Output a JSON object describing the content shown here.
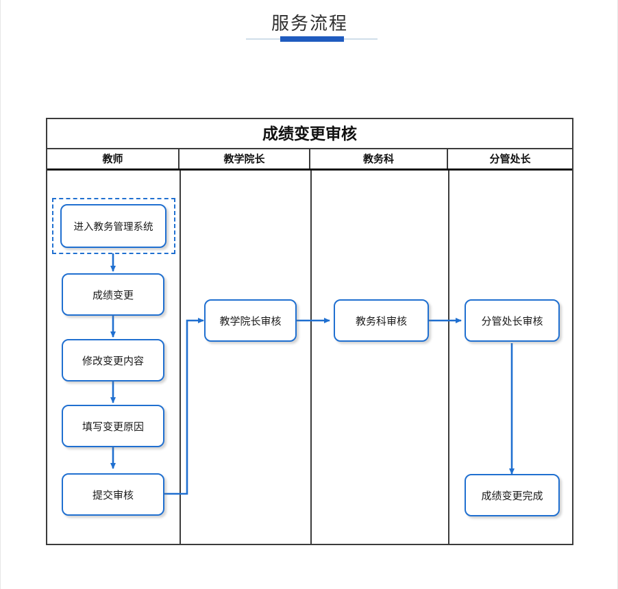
{
  "page": {
    "heading": "服务流程"
  },
  "diagram": {
    "title": "成绩变更审核",
    "type": "swimlane-flowchart",
    "lanes": [
      {
        "id": "teacher",
        "label": "教师"
      },
      {
        "id": "dean",
        "label": "教学院长"
      },
      {
        "id": "registrar",
        "label": "教务科"
      },
      {
        "id": "director",
        "label": "分管处长"
      }
    ],
    "nodes": [
      {
        "id": "n1",
        "lane": "teacher",
        "label": "进入教务管理系统",
        "selected": true
      },
      {
        "id": "n2",
        "lane": "teacher",
        "label": "成绩变更",
        "selected": false
      },
      {
        "id": "n3",
        "lane": "teacher",
        "label": "修改变更内容",
        "selected": false
      },
      {
        "id": "n4",
        "lane": "teacher",
        "label": "填写变更原因",
        "selected": false
      },
      {
        "id": "n5",
        "lane": "teacher",
        "label": "提交审核",
        "selected": false
      },
      {
        "id": "n6",
        "lane": "dean",
        "label": "教学院长审核",
        "selected": false
      },
      {
        "id": "n7",
        "lane": "registrar",
        "label": "教务科审核",
        "selected": false
      },
      {
        "id": "n8",
        "lane": "director",
        "label": "分管处长审核",
        "selected": false
      },
      {
        "id": "n9",
        "lane": "director",
        "label": "成绩变更完成",
        "selected": false
      }
    ],
    "edges": [
      {
        "from": "n1",
        "to": "n2"
      },
      {
        "from": "n2",
        "to": "n3"
      },
      {
        "from": "n3",
        "to": "n4"
      },
      {
        "from": "n4",
        "to": "n5"
      },
      {
        "from": "n5",
        "to": "n6"
      },
      {
        "from": "n6",
        "to": "n7"
      },
      {
        "from": "n7",
        "to": "n8"
      },
      {
        "from": "n8",
        "to": "n9"
      }
    ]
  },
  "colors": {
    "accent": "#1f5bbf",
    "node_border": "#1f6fd0",
    "connector": "#1f6fd0",
    "table_border": "#3a3a3a",
    "rule_light": "#cfdde9"
  }
}
